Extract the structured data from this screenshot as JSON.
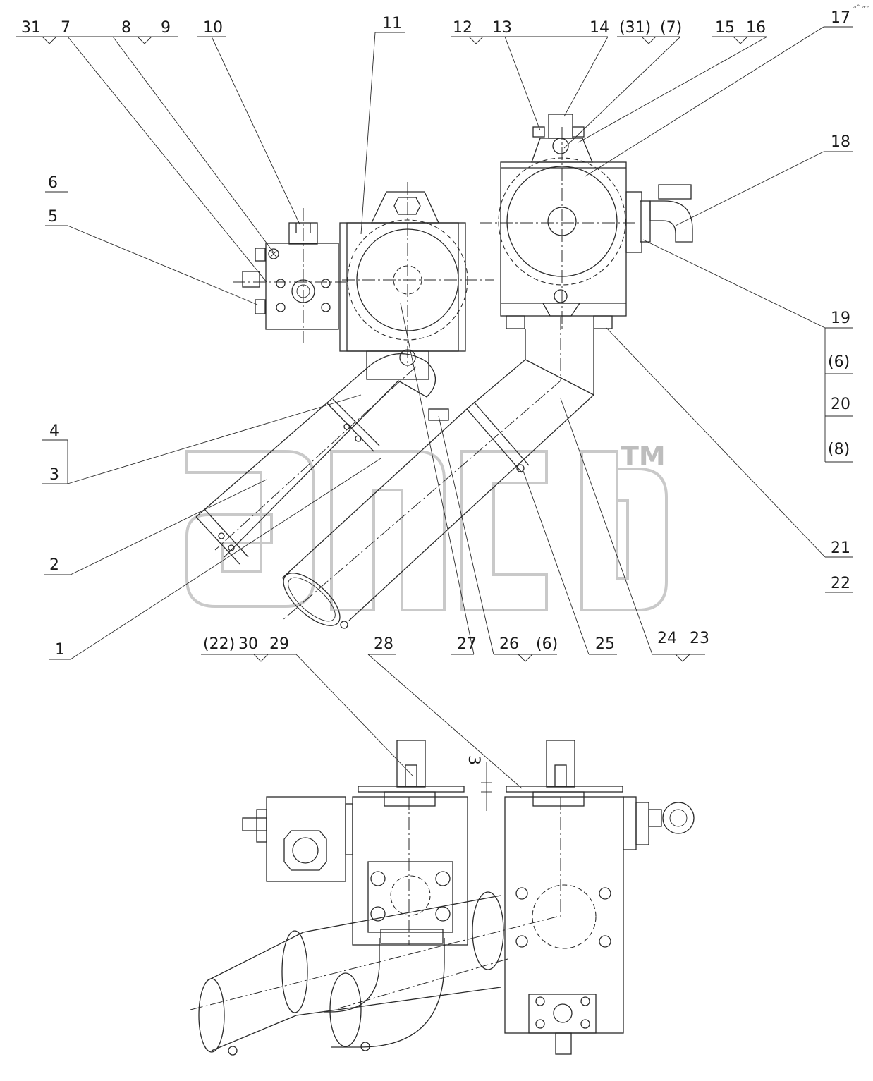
{
  "watermark": {
    "text": "TM"
  },
  "corner_mark": "a^ a:a",
  "callouts": [
    "31",
    "7",
    "8",
    "9",
    "10",
    "11",
    "12",
    "13",
    "14",
    "(31)",
    "(7)",
    "15",
    "16",
    "17",
    "18",
    "6",
    "5",
    "19",
    "(6)",
    "20",
    "(8)",
    "4",
    "3",
    "21",
    "22",
    "2",
    "1",
    "27",
    "26",
    "(6)",
    "25",
    "24",
    "23",
    "(22)",
    "30",
    "29",
    "28",
    "3"
  ]
}
